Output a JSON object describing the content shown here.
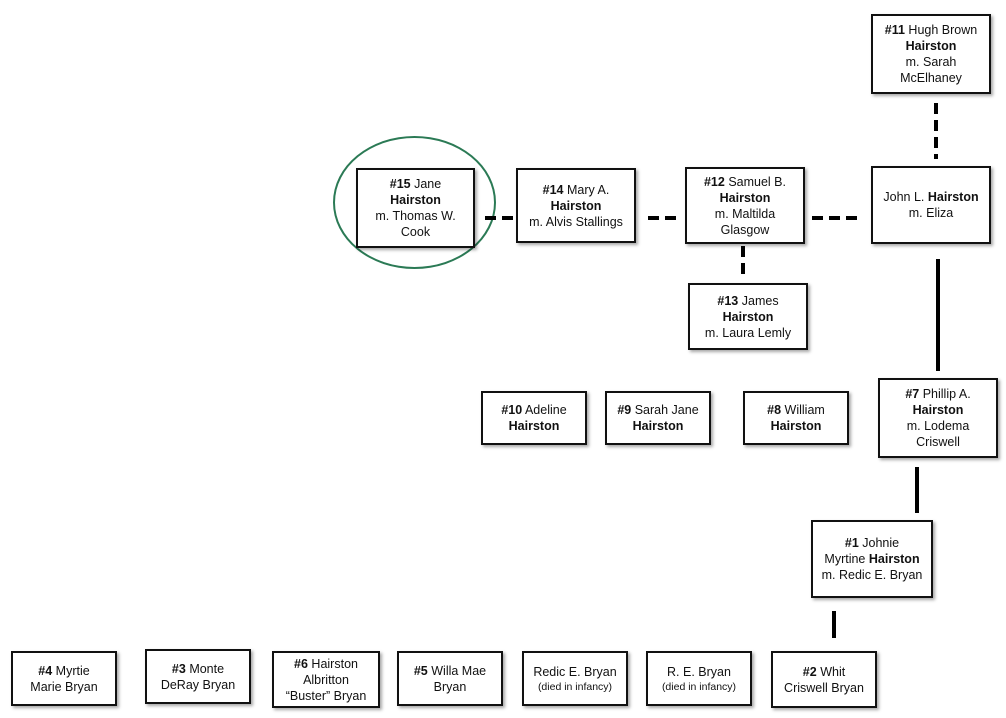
{
  "persons": {
    "p11": {
      "num": "#11",
      "l1": "Hugh Brown",
      "l2": "Hairston",
      "l3": "m. Sarah",
      "l4": "McElhaney"
    },
    "p15": {
      "num": "#15",
      "l1": "Jane",
      "l2": "Hairston",
      "l3": "m. Thomas W.",
      "l4": "Cook"
    },
    "p14": {
      "num": "#14",
      "l1": "Mary A.",
      "l2": "Hairston",
      "l3": "m. Alvis Stallings"
    },
    "p12": {
      "num": "#12",
      "l1": "Samuel B.",
      "l2": "Hairston",
      "l3": "m. Maltilda",
      "l4": "Glasgow"
    },
    "pJohn": {
      "l1a": "John L.",
      "l1b": "Hairston",
      "l2": "m. Eliza"
    },
    "p13": {
      "num": "#13",
      "l1": "James",
      "l2": "Hairston",
      "l3": "m. Laura Lemly"
    },
    "p10": {
      "num": "#10",
      "l1": "Adeline",
      "l2": "Hairston"
    },
    "p9": {
      "num": "#9",
      "l1": "Sarah Jane",
      "l2": "Hairston"
    },
    "p8": {
      "num": "#8",
      "l1": "William",
      "l2": "Hairston"
    },
    "p7": {
      "num": "#7",
      "l1": "Phillip A.",
      "l2": "Hairston",
      "l3": "m. Lodema",
      "l4": "Criswell"
    },
    "p1": {
      "num": "#1",
      "l1": "Johnie",
      "l2a": "Myrtine",
      "l2b": "Hairston",
      "l3": "m. Redic E. Bryan"
    },
    "p4": {
      "num": "#4",
      "l1": "Myrtie",
      "l2": "Marie Bryan"
    },
    "p3": {
      "num": "#3",
      "l1": "Monte",
      "l2": "DeRay Bryan"
    },
    "p6": {
      "num": "#6",
      "l1": "Hairston",
      "l2": "Albritton",
      "l3": "“Buster” Bryan"
    },
    "p5": {
      "num": "#5",
      "l1": "Willa Mae",
      "l2": "Bryan"
    },
    "pRedic": {
      "l1": "Redic E. Bryan",
      "l2": "(died in infancy)"
    },
    "pRE": {
      "l1": "R. E. Bryan",
      "l2": "(died in infancy)"
    },
    "p2": {
      "num": "#2",
      "l1": "Whit",
      "l2": "Criswell Bryan"
    }
  },
  "colors": {
    "highlight_circle": "#2b7a55",
    "box_border": "#111111"
  }
}
